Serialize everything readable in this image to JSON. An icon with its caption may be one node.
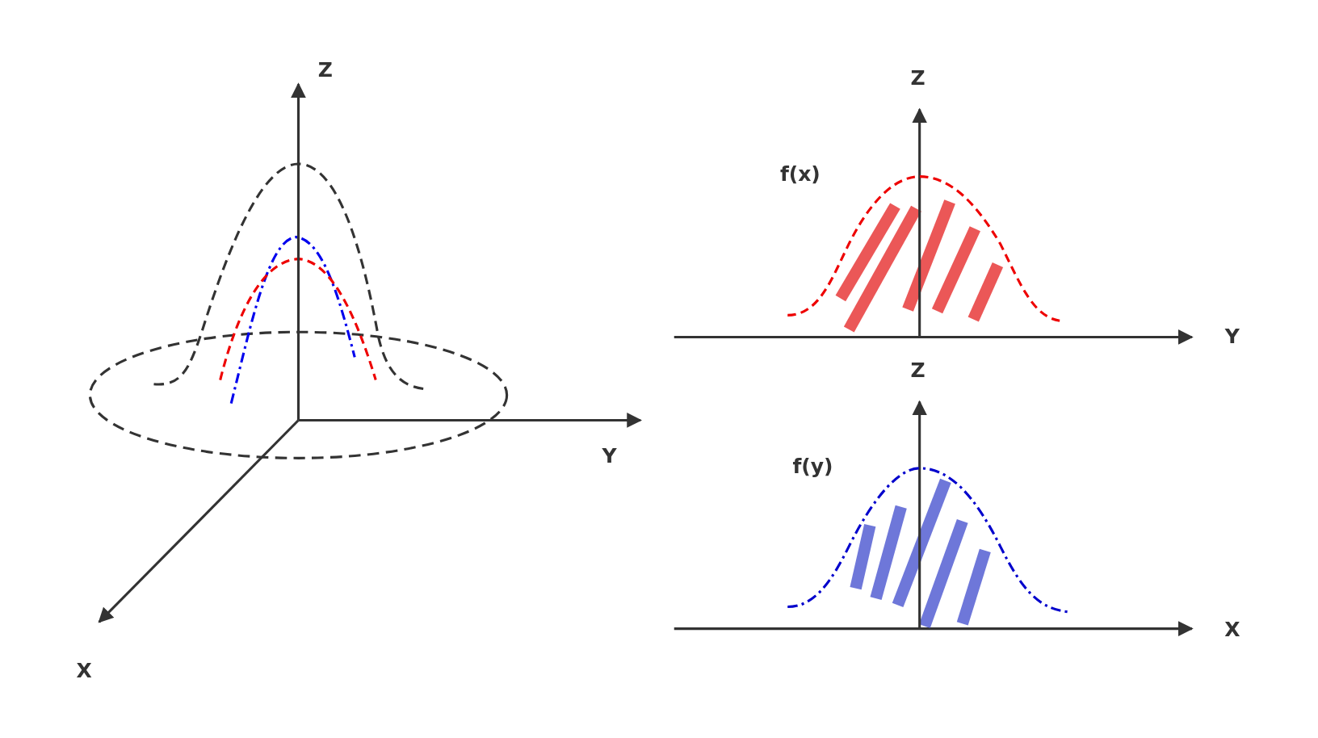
{
  "diagram": {
    "labels": [
      "Z",
      "Z",
      "f(x)",
      "Y",
      "Z",
      "Y",
      "f(y)",
      "X",
      "X"
    ]
  }
}
